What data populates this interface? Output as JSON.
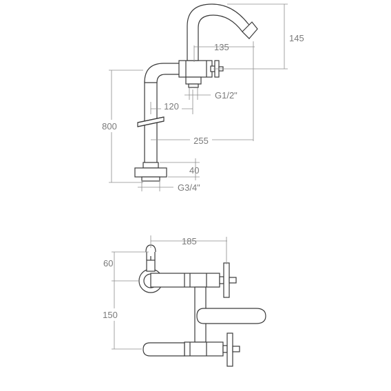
{
  "side_view": {
    "dim_height_total": "800",
    "dim_spout_height": "145",
    "dim_spout_reach": "135",
    "dim_inlet_thread": "G1/2\"",
    "dim_column_offset": "120",
    "dim_total_reach": "255",
    "dim_base_height": "40",
    "dim_base_thread": "G3/4\""
  },
  "top_view": {
    "dim_width": "185",
    "dim_offset": "60",
    "dim_depth": "150"
  }
}
